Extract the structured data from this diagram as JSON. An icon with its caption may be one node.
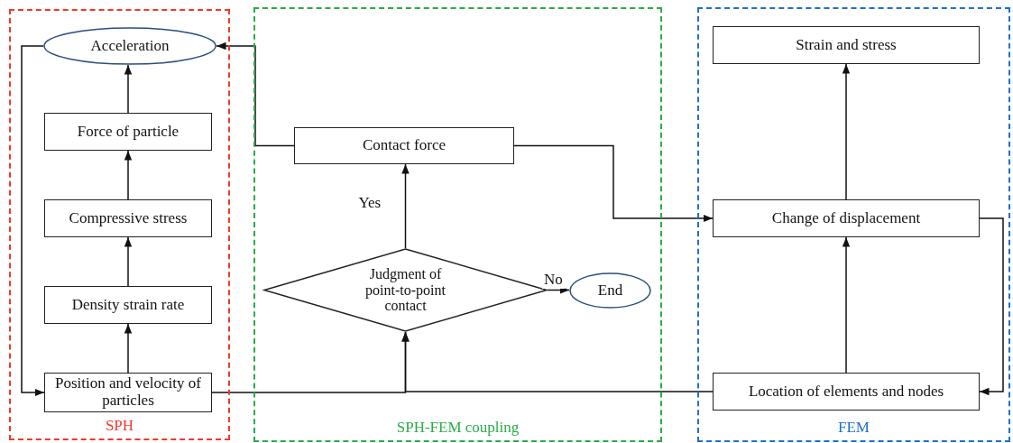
{
  "diagram": {
    "nodes": [
      {
        "text": [
          "SPH"
        ]
      },
      {
        "text": [
          "Acceleration"
        ],
        "in": 0
      },
      {
        "text": [
          "Force of particle"
        ],
        "in": 0
      },
      {
        "text": [
          "Compressive stress"
        ],
        "in": 0
      },
      {
        "text": [
          "Density strain rate"
        ],
        "in": 0
      },
      {
        "text": [
          "Position and velocity of particles"
        ],
        "in": 0
      },
      {
        "text": [
          "SPH-FEM coupling"
        ]
      },
      {
        "text": [
          "Contact force"
        ],
        "in": 6
      },
      {
        "text": [
          "Judgment of point-to-point contact"
        ],
        "in": 6
      },
      {
        "text": [
          "End"
        ],
        "in": 6
      },
      {
        "text": [
          "FEM"
        ]
      },
      {
        "text": [
          "Strain and stress"
        ],
        "in": 10
      },
      {
        "text": [
          "Change of displacement"
        ],
        "in": 10
      },
      {
        "text": [
          "Location of elements and nodes"
        ],
        "in": 10
      }
    ],
    "edges": [
      {
        "from": 5,
        "to": 4,
        "arrow": "to"
      },
      {
        "from": 4,
        "to": 3,
        "arrow": "to"
      },
      {
        "from": 3,
        "to": 2,
        "arrow": "to"
      },
      {
        "from": 2,
        "to": 1,
        "arrow": "to"
      },
      {
        "from": 1,
        "to": 5,
        "arrow": "to"
      },
      {
        "from": 7,
        "to": 1,
        "arrow": "to"
      },
      {
        "from": 7,
        "to": 12,
        "arrow": "to"
      },
      {
        "from": 8,
        "to": 7,
        "arrow": "to",
        "label": "Yes"
      },
      {
        "from": 8,
        "to": 9,
        "arrow": "to",
        "label": "No"
      },
      {
        "from": 5,
        "to": 8,
        "arrow": "to"
      },
      {
        "from": 13,
        "to": 8,
        "arrow": "to"
      },
      {
        "from": 13,
        "to": 12,
        "arrow": "to"
      },
      {
        "from": 12,
        "to": 11,
        "arrow": "to"
      },
      {
        "from": 12,
        "to": 13,
        "arrow": "to"
      }
    ]
  }
}
